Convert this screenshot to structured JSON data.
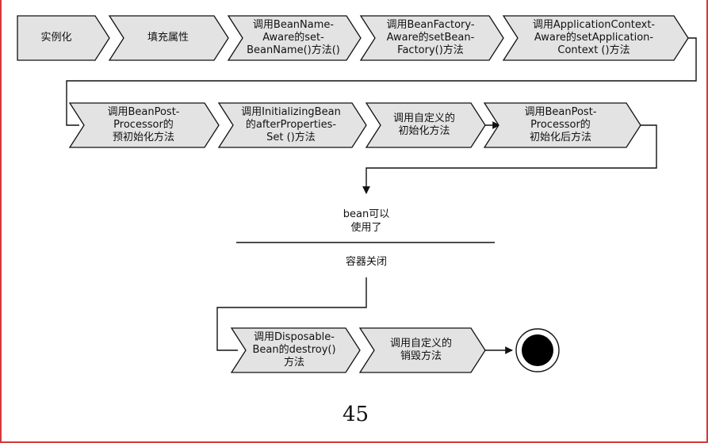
{
  "rows": [
    {
      "steps": [
        {
          "label": "实例化"
        },
        {
          "label": "填充属性"
        },
        {
          "label": "调用BeanName-\nAware的set-\nBeanName()方法()"
        },
        {
          "label": "调用BeanFactory-\nAware的setBean-\nFactory()方法"
        },
        {
          "label": "调用ApplicationContext-\nAware的setApplication-\nContext ()方法"
        }
      ]
    },
    {
      "steps": [
        {
          "label": "调用BeanPost-\nProcessor的\n预初始化方法"
        },
        {
          "label": "调用InitializingBean\n的afterProperties-\nSet ()方法"
        },
        {
          "label": "调用自定义的\n初始化方法"
        },
        {
          "label": "调用BeanPost-\nProcessor的\n初始化后方法"
        }
      ]
    },
    {
      "steps": [
        {
          "label": "调用Disposable-\nBean的destroy()\n方法"
        },
        {
          "label": "调用自定义的\n销毁方法"
        }
      ]
    }
  ],
  "bean_ready_text": "bean可以\n使用了",
  "container_close_text": "容器关闭",
  "page_number": "45",
  "colors": {
    "step_fill": "#e3e3e3",
    "stroke": "#111111",
    "frame": "#d43a3a"
  },
  "icons": {
    "end_node": "final-state-icon"
  }
}
